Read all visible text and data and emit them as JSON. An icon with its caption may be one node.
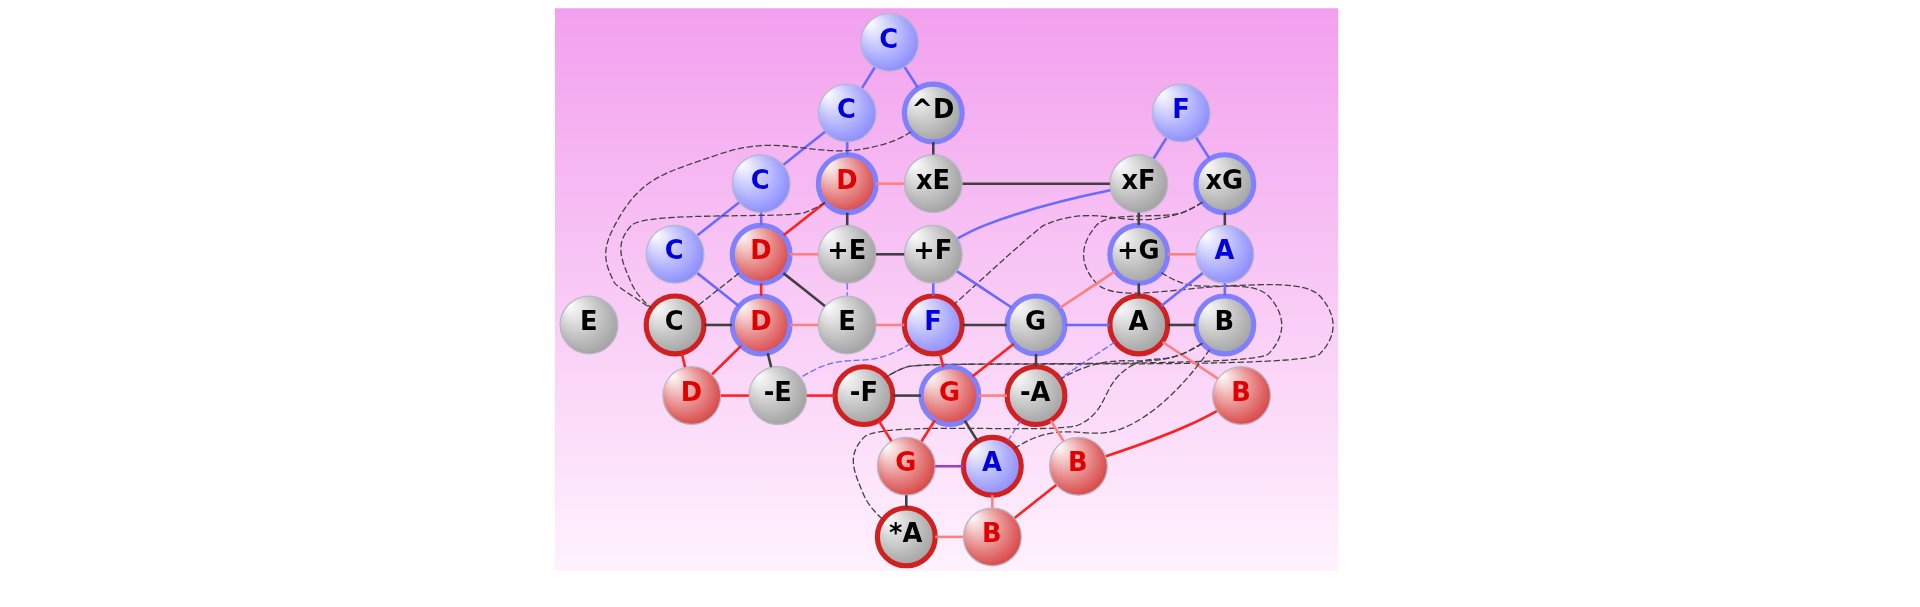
{
  "diagram": {
    "nodes": [
      {
        "text": [
          "C"
        ]
      },
      {
        "text": [
          "C"
        ]
      },
      {
        "text": [
          "^D"
        ]
      },
      {
        "text": [
          "F"
        ]
      },
      {
        "text": [
          "C"
        ]
      },
      {
        "text": [
          "D"
        ]
      },
      {
        "text": [
          "xE"
        ]
      },
      {
        "text": [
          "xF"
        ]
      },
      {
        "text": [
          "xG"
        ]
      },
      {
        "text": [
          "C"
        ]
      },
      {
        "text": [
          "D"
        ]
      },
      {
        "text": [
          "+E"
        ]
      },
      {
        "text": [
          "+F"
        ]
      },
      {
        "text": [
          "+G"
        ]
      },
      {
        "text": [
          "A"
        ]
      },
      {
        "text": [
          "E"
        ]
      },
      {
        "text": [
          "C"
        ]
      },
      {
        "text": [
          "D"
        ]
      },
      {
        "text": [
          "E"
        ]
      },
      {
        "text": [
          "F"
        ]
      },
      {
        "text": [
          "G"
        ]
      },
      {
        "text": [
          "A"
        ]
      },
      {
        "text": [
          "B"
        ]
      },
      {
        "text": [
          "D"
        ]
      },
      {
        "text": [
          "-E"
        ]
      },
      {
        "text": [
          "-F"
        ]
      },
      {
        "text": [
          "G"
        ]
      },
      {
        "text": [
          "-A"
        ]
      },
      {
        "text": [
          "B"
        ]
      },
      {
        "text": [
          "G"
        ]
      },
      {
        "text": [
          "A"
        ]
      },
      {
        "text": [
          "B"
        ]
      },
      {
        "text": [
          "*A"
        ]
      },
      {
        "text": [
          "B"
        ]
      }
    ],
    "edges": [
      {
        "from": 0,
        "to": 1,
        "arrow": "none",
        "color": "#6a6aff"
      },
      {
        "from": 0,
        "to": 2,
        "arrow": "none",
        "color": "#6a6aff"
      },
      {
        "from": 1,
        "to": 4,
        "arrow": "none",
        "color": "#6a6aff"
      },
      {
        "from": 1,
        "to": 5,
        "arrow": "none",
        "color": "#6a6aff"
      },
      {
        "from": 4,
        "to": 9,
        "arrow": "none",
        "color": "#6a6aff"
      },
      {
        "from": 4,
        "to": 10,
        "arrow": "none",
        "color": "#6a6aff"
      },
      {
        "from": 9,
        "to": 17,
        "arrow": "none",
        "color": "#6a6aff"
      },
      {
        "from": 3,
        "to": 7,
        "arrow": "none",
        "color": "#6a6aff"
      },
      {
        "from": 3,
        "to": 8,
        "arrow": "none",
        "color": "#6a6aff"
      },
      {
        "from": 7,
        "to": 12,
        "arrow": "none",
        "color": "#6a6aff"
      },
      {
        "from": 12,
        "to": 19,
        "arrow": "none",
        "color": "#6a6aff"
      },
      {
        "from": 12,
        "to": 20,
        "arrow": "none",
        "color": "#6a6aff"
      },
      {
        "from": 14,
        "to": 21,
        "arrow": "none",
        "color": "#6a6aff"
      },
      {
        "from": 14,
        "to": 22,
        "arrow": "none",
        "color": "#6a6aff"
      },
      {
        "from": 11,
        "to": 18,
        "arrow": "none",
        "style": "dashed",
        "color": "#6a6aff"
      },
      {
        "from": 19,
        "to": 24,
        "arrow": "none",
        "style": "dashed",
        "color": "#6a6aff"
      },
      {
        "from": 21,
        "to": 27,
        "arrow": "none",
        "style": "dashed",
        "color": "#6a6aff"
      },
      {
        "from": 27,
        "to": 30,
        "arrow": "none",
        "style": "dashed",
        "color": "#6a6aff"
      },
      {
        "from": 20,
        "to": 21,
        "arrow": "none",
        "color": "#6a6aff"
      },
      {
        "from": 16,
        "to": 23,
        "arrow": "none",
        "color": "#ff2020"
      },
      {
        "from": 17,
        "to": 23,
        "arrow": "none",
        "color": "#ff2020"
      },
      {
        "from": 10,
        "to": 17,
        "arrow": "none",
        "color": "#ff2020"
      },
      {
        "from": 5,
        "to": 10,
        "arrow": "none",
        "color": "#ff2020"
      },
      {
        "from": 5,
        "to": 6,
        "arrow": "none",
        "color": "#ff8080"
      },
      {
        "from": 10,
        "to": 11,
        "arrow": "none",
        "color": "#ff8080"
      },
      {
        "from": 17,
        "to": 18,
        "arrow": "none",
        "color": "#ff8080"
      },
      {
        "from": 23,
        "to": 24,
        "arrow": "none",
        "color": "#ff2020"
      },
      {
        "from": 24,
        "to": 25,
        "arrow": "none",
        "color": "#ff2020"
      },
      {
        "from": 25,
        "to": 29,
        "arrow": "none",
        "color": "#ff2020"
      },
      {
        "from": 19,
        "to": 26,
        "arrow": "none",
        "color": "#ff2020"
      },
      {
        "from": 26,
        "to": 29,
        "arrow": "none",
        "color": "#ff2020"
      },
      {
        "from": 20,
        "to": 26,
        "arrow": "none",
        "color": "#ff2020"
      },
      {
        "from": 13,
        "to": 20,
        "arrow": "none",
        "color": "#ff8080"
      },
      {
        "from": 26,
        "to": 27,
        "arrow": "none",
        "color": "#ff8080"
      },
      {
        "from": 29,
        "to": 30,
        "arrow": "none",
        "color": "#a040c0"
      },
      {
        "from": 30,
        "to": 33,
        "arrow": "none",
        "color": "#ff8080"
      },
      {
        "from": 32,
        "to": 33,
        "arrow": "none",
        "color": "#ff8080"
      },
      {
        "from": 31,
        "to": 33,
        "arrow": "none",
        "color": "#ff2020"
      },
      {
        "from": 28,
        "to": 31,
        "arrow": "none",
        "color": "#ff2020"
      },
      {
        "from": 27,
        "to": 31,
        "arrow": "none",
        "color": "#ff8080"
      },
      {
        "from": 21,
        "to": 28,
        "arrow": "none",
        "color": "#ff8080"
      },
      {
        "from": 18,
        "to": 19,
        "arrow": "none",
        "color": "#ff8080"
      },
      {
        "from": 13,
        "to": 14,
        "arrow": "none",
        "color": "#ff8080"
      },
      {
        "from": 16,
        "to": 17,
        "arrow": "none"
      },
      {
        "from": 2,
        "to": 6,
        "arrow": "none"
      },
      {
        "from": 6,
        "to": 7,
        "arrow": "none"
      },
      {
        "from": 5,
        "to": 11,
        "arrow": "none"
      },
      {
        "from": 10,
        "to": 18,
        "arrow": "none"
      },
      {
        "from": 17,
        "to": 24,
        "arrow": "none"
      },
      {
        "from": 7,
        "to": 13,
        "arrow": "none"
      },
      {
        "from": 8,
        "to": 14,
        "arrow": "none"
      },
      {
        "from": 25,
        "to": 26,
        "arrow": "none"
      },
      {
        "from": 19,
        "to": 20,
        "arrow": "none"
      },
      {
        "from": 13,
        "to": 21,
        "arrow": "none"
      },
      {
        "from": 20,
        "to": 27,
        "arrow": "none"
      },
      {
        "from": 26,
        "to": 30,
        "arrow": "none"
      },
      {
        "from": 29,
        "to": 32,
        "arrow": "none"
      },
      {
        "from": 21,
        "to": 22,
        "arrow": "none"
      },
      {
        "from": 11,
        "to": 12,
        "arrow": "none"
      },
      {
        "from": 2,
        "to": 16,
        "arrow": "none",
        "style": "dashed"
      },
      {
        "from": 5,
        "to": 16,
        "arrow": "none",
        "style": "dashed"
      },
      {
        "from": 10,
        "to": 16,
        "arrow": "none",
        "style": "dashed"
      },
      {
        "from": 8,
        "to": 19,
        "arrow": "none",
        "style": "dashed"
      },
      {
        "from": 8,
        "to": 25,
        "arrow": "none",
        "style": "dashed"
      },
      {
        "from": 13,
        "to": 25,
        "arrow": "none",
        "style": "dashed"
      },
      {
        "from": 22,
        "to": 27,
        "arrow": "none",
        "style": "dashed"
      },
      {
        "from": 22,
        "to": 30,
        "arrow": "none",
        "style": "dashed"
      },
      {
        "from": 22,
        "to": 32,
        "arrow": "none",
        "style": "dashed"
      }
    ]
  }
}
